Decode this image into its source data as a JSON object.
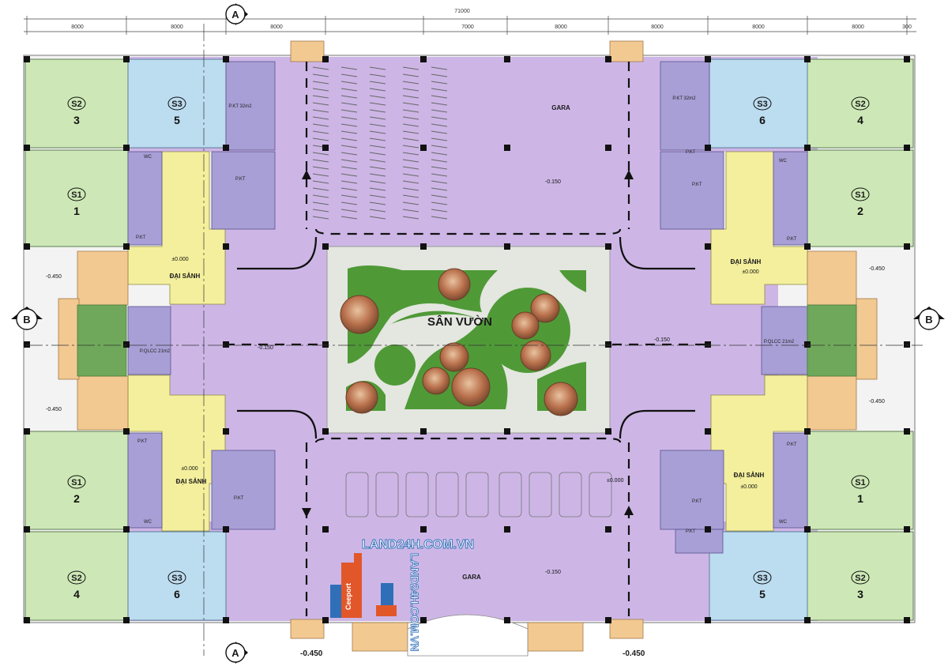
{
  "dimensions": {
    "total": "71000",
    "segments": [
      "8000",
      "8000",
      "8000",
      "7000",
      "8000",
      "8000",
      "8000",
      "8000",
      "300"
    ]
  },
  "section_markers": {
    "a": "A",
    "b": "B"
  },
  "garden": {
    "label": "SÂN VƯỜN"
  },
  "gara": {
    "top": "GARA",
    "bottom": "GARA"
  },
  "levels": {
    "garage": "-0.150",
    "plaza": "-0.450",
    "bottom_left": "-0.450",
    "bottom_right": "-0.450",
    "lobby": "±0.000",
    "parking_right": "±0.000"
  },
  "lobby": {
    "label": "ĐẠI SẢNH"
  },
  "rooms": {
    "pkt32": "P.KT 32m2",
    "pkt": "P.KT",
    "wc": "WC",
    "pqlcc": "P.QLCC 21m2"
  },
  "units": [
    {
      "type": "S2",
      "num": "3"
    },
    {
      "type": "S3",
      "num": "5"
    },
    {
      "type": "S1",
      "num": "1"
    },
    {
      "type": "S1",
      "num": "2"
    },
    {
      "type": "S2",
      "num": "4"
    },
    {
      "type": "S3",
      "num": "6"
    },
    {
      "type": "S3",
      "num": "6"
    },
    {
      "type": "S2",
      "num": "4"
    },
    {
      "type": "S1",
      "num": "2"
    },
    {
      "type": "S1",
      "num": "1"
    },
    {
      "type": "S3",
      "num": "5"
    },
    {
      "type": "S2",
      "num": "3"
    }
  ],
  "watermark": {
    "brand": "LAND24H.COM.VN",
    "logo_text": "Ceeport"
  },
  "colors": {
    "purple": "#cdb6e6",
    "blue": "#bcdcf0",
    "green": "#cde8b6",
    "yellow": "#f4ef9c",
    "orange": "#f2c991",
    "service": "#a89fd6",
    "garden_grass": "#4f9a37",
    "garden_paving": "#e4e6e0"
  }
}
